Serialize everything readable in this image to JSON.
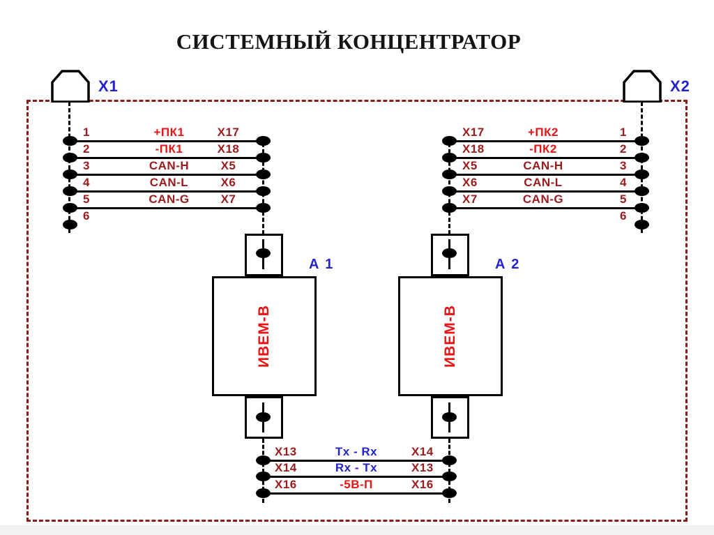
{
  "title": "СИСТЕМНЫЙ КОНЦЕНТРАТОР",
  "colors": {
    "accent_blue": "#2323cb",
    "bright_red": "#e81414",
    "dark_red": "#9a1b1b",
    "border_red": "#8b1a1a",
    "line_black": "#000000"
  },
  "connectors": [
    {
      "label": "X1"
    },
    {
      "label": "X2"
    }
  ],
  "modules": [
    {
      "ref": "A 1",
      "name": "ИВЕМ-В"
    },
    {
      "ref": "A 2",
      "name": "ИВЕМ-В"
    }
  ],
  "left_rows": [
    {
      "pin": "1",
      "signal": "+ПК1",
      "signal_color": "bright_red",
      "terminal": "X17"
    },
    {
      "pin": "2",
      "signal": "-ПК1",
      "signal_color": "bright_red",
      "terminal": "X18"
    },
    {
      "pin": "3",
      "signal": "CAN-H",
      "signal_color": "dark_red",
      "terminal": "X5"
    },
    {
      "pin": "4",
      "signal": "CAN-L",
      "signal_color": "dark_red",
      "terminal": "X6"
    },
    {
      "pin": "5",
      "signal": "CAN-G",
      "signal_color": "dark_red",
      "terminal": "X7"
    },
    {
      "pin": "6",
      "signal": "",
      "signal_color": "",
      "terminal": ""
    }
  ],
  "right_rows": [
    {
      "terminal": "X17",
      "signal": "+ПК2",
      "signal_color": "bright_red",
      "pin": "1"
    },
    {
      "terminal": "X18",
      "signal": "-ПК2",
      "signal_color": "bright_red",
      "pin": "2"
    },
    {
      "terminal": "X5",
      "signal": "CAN-H",
      "signal_color": "dark_red",
      "pin": "3"
    },
    {
      "terminal": "X6",
      "signal": "CAN-L",
      "signal_color": "dark_red",
      "pin": "4"
    },
    {
      "terminal": "X7",
      "signal": "CAN-G",
      "signal_color": "dark_red",
      "pin": "5"
    },
    {
      "terminal": "",
      "signal": "",
      "signal_color": "",
      "pin": "6"
    }
  ],
  "bottom_rows": [
    {
      "left_terminal": "X13",
      "signal": "Tx - Rx",
      "signal_color": "blue",
      "right_terminal": "X14"
    },
    {
      "left_terminal": "X14",
      "signal": "Rx - Tx",
      "signal_color": "blue",
      "right_terminal": "X13"
    },
    {
      "left_terminal": "X16",
      "signal": "-5В-П",
      "signal_color": "bright_red",
      "right_terminal": "X16"
    }
  ]
}
